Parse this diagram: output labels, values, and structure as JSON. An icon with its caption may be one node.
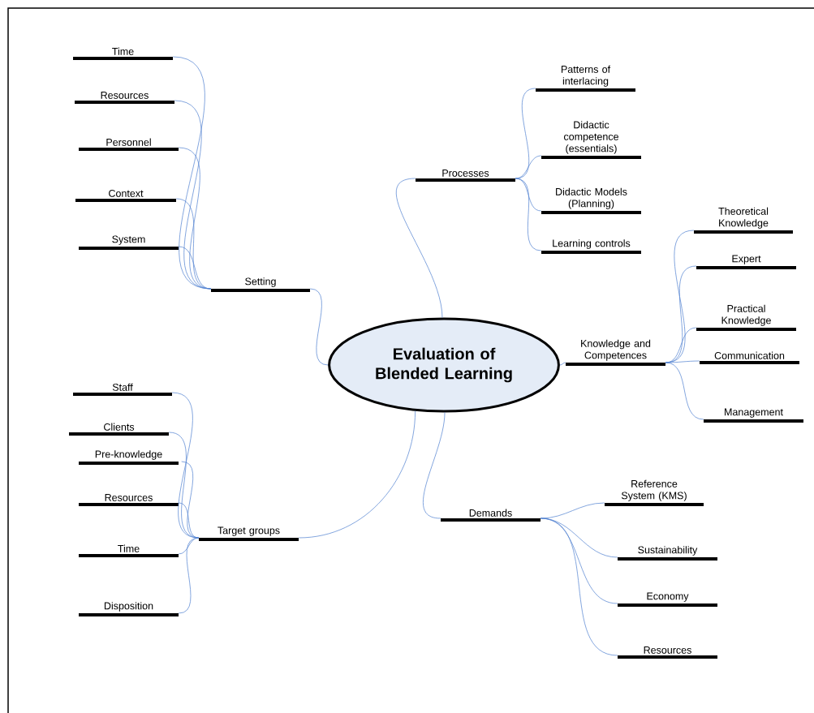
{
  "diagram": {
    "nodes": [
      {
        "text": [
          "Evaluation of Blended Learning"
        ]
      },
      {
        "text": [
          "Processes"
        ]
      },
      {
        "text": [
          "Patterns of interlacing"
        ]
      },
      {
        "text": [
          "Didactic competence (essentials)"
        ]
      },
      {
        "text": [
          "Didactic Models (Planning)"
        ]
      },
      {
        "text": [
          "Learning controls"
        ]
      },
      {
        "text": [
          "Setting"
        ]
      },
      {
        "text": [
          "Time"
        ]
      },
      {
        "text": [
          "Resources"
        ]
      },
      {
        "text": [
          "Personnel"
        ]
      },
      {
        "text": [
          "Context"
        ]
      },
      {
        "text": [
          "System"
        ]
      },
      {
        "text": [
          "Knowledge and Competences"
        ]
      },
      {
        "text": [
          "Theoretical Knowledge"
        ]
      },
      {
        "text": [
          "Expert"
        ]
      },
      {
        "text": [
          "Practical Knowledge"
        ]
      },
      {
        "text": [
          "Communication"
        ]
      },
      {
        "text": [
          "Management"
        ]
      },
      {
        "text": [
          "Demands"
        ]
      },
      {
        "text": [
          "Reference System (KMS)"
        ]
      },
      {
        "text": [
          "Sustainability"
        ]
      },
      {
        "text": [
          "Economy"
        ]
      },
      {
        "text": [
          "Resources"
        ]
      },
      {
        "text": [
          "Target groups"
        ]
      },
      {
        "text": [
          "Staff"
        ]
      },
      {
        "text": [
          "Clients"
        ]
      },
      {
        "text": [
          "Pre-knowledge"
        ]
      },
      {
        "text": [
          "Resources"
        ]
      },
      {
        "text": [
          "Time"
        ]
      },
      {
        "text": [
          "Disposition"
        ]
      }
    ],
    "edges": [
      {
        "from": 0,
        "to": 1,
        "arrow": "none"
      },
      {
        "from": 1,
        "to": 2,
        "arrow": "none"
      },
      {
        "from": 1,
        "to": 3,
        "arrow": "none"
      },
      {
        "from": 1,
        "to": 4,
        "arrow": "none"
      },
      {
        "from": 1,
        "to": 5,
        "arrow": "none"
      },
      {
        "from": 0,
        "to": 6,
        "arrow": "none"
      },
      {
        "from": 6,
        "to": 7,
        "arrow": "none"
      },
      {
        "from": 6,
        "to": 8,
        "arrow": "none"
      },
      {
        "from": 6,
        "to": 9,
        "arrow": "none"
      },
      {
        "from": 6,
        "to": 10,
        "arrow": "none"
      },
      {
        "from": 6,
        "to": 11,
        "arrow": "none"
      },
      {
        "from": 0,
        "to": 12,
        "arrow": "none"
      },
      {
        "from": 12,
        "to": 13,
        "arrow": "none"
      },
      {
        "from": 12,
        "to": 14,
        "arrow": "none"
      },
      {
        "from": 12,
        "to": 15,
        "arrow": "none"
      },
      {
        "from": 12,
        "to": 16,
        "arrow": "none"
      },
      {
        "from": 12,
        "to": 17,
        "arrow": "none"
      },
      {
        "from": 0,
        "to": 18,
        "arrow": "none"
      },
      {
        "from": 18,
        "to": 19,
        "arrow": "none"
      },
      {
        "from": 18,
        "to": 20,
        "arrow": "none"
      },
      {
        "from": 18,
        "to": 21,
        "arrow": "none"
      },
      {
        "from": 18,
        "to": 22,
        "arrow": "none"
      },
      {
        "from": 0,
        "to": 23,
        "arrow": "none"
      },
      {
        "from": 23,
        "to": 24,
        "arrow": "none"
      },
      {
        "from": 23,
        "to": 25,
        "arrow": "none"
      },
      {
        "from": 23,
        "to": 26,
        "arrow": "none"
      },
      {
        "from": 23,
        "to": 27,
        "arrow": "none"
      },
      {
        "from": 23,
        "to": 28,
        "arrow": "none"
      },
      {
        "from": 23,
        "to": 29,
        "arrow": "none"
      }
    ]
  }
}
